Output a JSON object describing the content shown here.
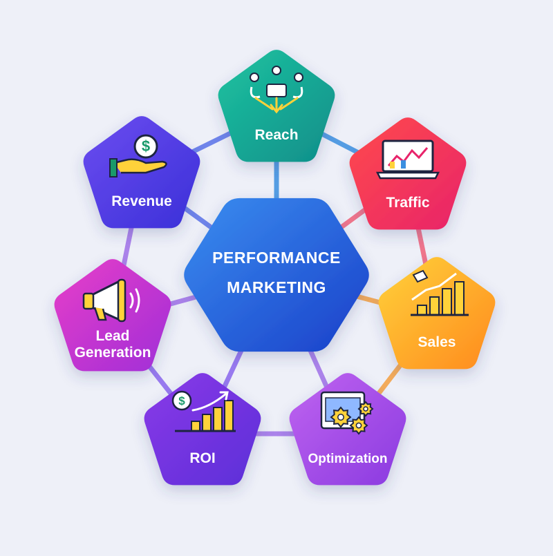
{
  "center": {
    "line1": "PERFORMANCE",
    "line2": "MARKETING",
    "gradient": [
      "#3a8ef0",
      "#1a3fc9"
    ]
  },
  "nodes": [
    {
      "id": "reach",
      "label_lines": [
        "Reach"
      ],
      "icon": "audience-funnel-icon",
      "gradient": [
        "#1ec3a0",
        "#0f8e8a"
      ],
      "connector": "#3b8fe0"
    },
    {
      "id": "traffic",
      "label_lines": [
        "Traffic"
      ],
      "icon": "laptop-chart-icon",
      "gradient": [
        "#ff4b4b",
        "#e8236a"
      ],
      "connector": "#f0607a"
    },
    {
      "id": "sales",
      "label_lines": [
        "Sales"
      ],
      "icon": "bar-growth-icon",
      "gradient": [
        "#ffd23a",
        "#ff8a1e"
      ],
      "connector": "#f5a040"
    },
    {
      "id": "optimization",
      "label_lines": [
        "Optimization"
      ],
      "icon": "gears-dashboard-icon",
      "gradient": [
        "#c064f0",
        "#8a3ae0"
      ],
      "connector": "#a070e8"
    },
    {
      "id": "roi",
      "label_lines": [
        "ROI"
      ],
      "icon": "roi-growth-icon",
      "gradient": [
        "#8a3ae8",
        "#5c2ed8"
      ],
      "connector": "#8a66ee"
    },
    {
      "id": "lead-generation",
      "label_lines": [
        "Lead",
        "Generation"
      ],
      "icon": "megaphone-icon",
      "gradient": [
        "#e83ec8",
        "#a02ed8"
      ],
      "connector": "#a070e8"
    },
    {
      "id": "revenue",
      "label_lines": [
        "Revenue"
      ],
      "icon": "hand-dollar-icon",
      "gradient": [
        "#6c4cf0",
        "#3a30d8"
      ],
      "connector": "#5a72e8"
    }
  ]
}
